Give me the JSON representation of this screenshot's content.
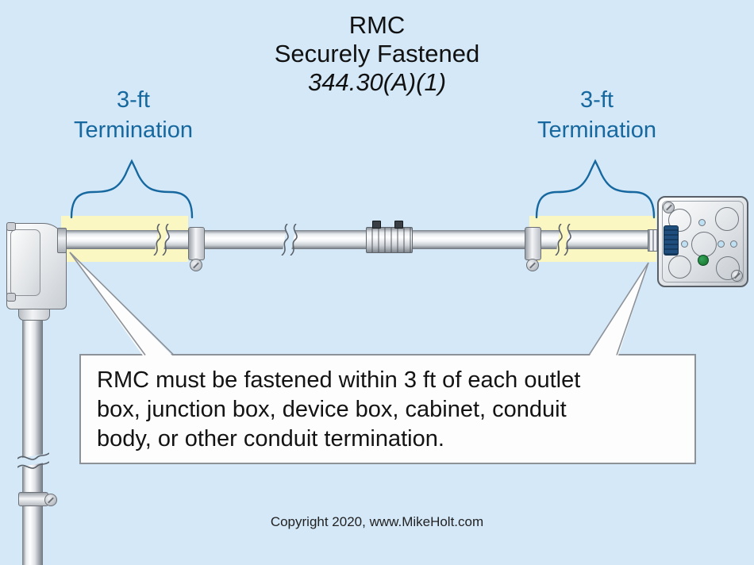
{
  "title": {
    "line1": "RMC",
    "line2": "Securely Fastened",
    "line3": "344.30(A)(1)"
  },
  "annotations": {
    "left_termination": {
      "line1": "3-ft",
      "line2": "Termination"
    },
    "right_termination": {
      "line1": "3-ft",
      "line2": "Termination"
    }
  },
  "callout": {
    "lines": [
      "RMC must be fastened within 3 ft of each outlet",
      "box, junction box, device box, cabinet, conduit",
      "body, or other conduit termination."
    ]
  },
  "footer": {
    "copyright": "Copyright 2020, www.MikeHolt.com"
  },
  "colors": {
    "background": "#d4e8f8",
    "highlight_yellow": "#faf7c2",
    "annotation_blue": "#16689f",
    "callout_bg": "#fdfdfd",
    "callout_border": "#8d9298",
    "locknut_blue": "#1d4e7e",
    "ground_screw_green": "#1e7e34"
  }
}
